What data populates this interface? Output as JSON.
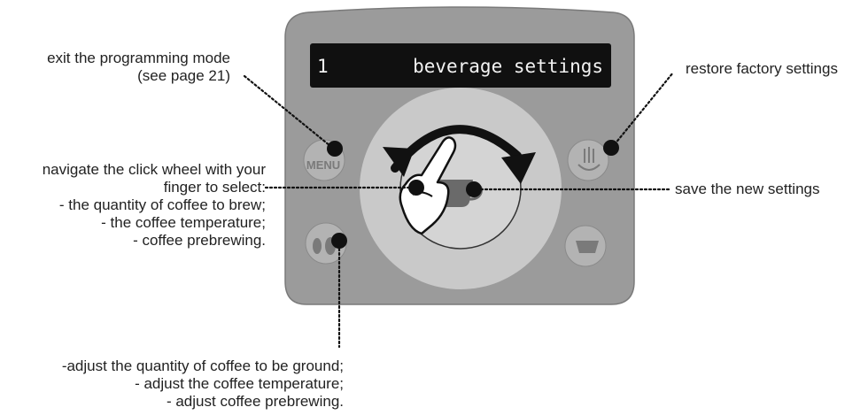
{
  "display": {
    "number": "1",
    "text": "beverage settings"
  },
  "buttons": {
    "menu": "MENU"
  },
  "callouts": {
    "exit": [
      "exit the programming mode",
      "(see page 21)"
    ],
    "restore": "restore factory settings",
    "navigate": [
      "navigate the click wheel with your",
      "finger to select:",
      "- the quantity of coffee to brew;",
      "- the coffee temperature;",
      "- coffee prebrewing."
    ],
    "save": "save the new settings",
    "adjust": [
      "-adjust the quantity of coffee to be ground;",
      "- adjust the coffee temperature;",
      "- adjust coffee prebrewing."
    ]
  },
  "icons": {
    "menu_button": "menu-icon",
    "steam_button": "steam-icon",
    "aroma_button": "coffee-beans-icon",
    "rinse_button": "rinse-icon",
    "wheel": "click-wheel-icon",
    "cup": "coffee-cup-icon",
    "finger": "pointing-hand-icon",
    "arrow": "curved-arrow-icon"
  },
  "colors": {
    "panel": "#9b9b9b",
    "display_bg": "#101010",
    "wheel_outer": "#c9c9c9",
    "button": "#b3b3b3",
    "dot": "#111111"
  }
}
